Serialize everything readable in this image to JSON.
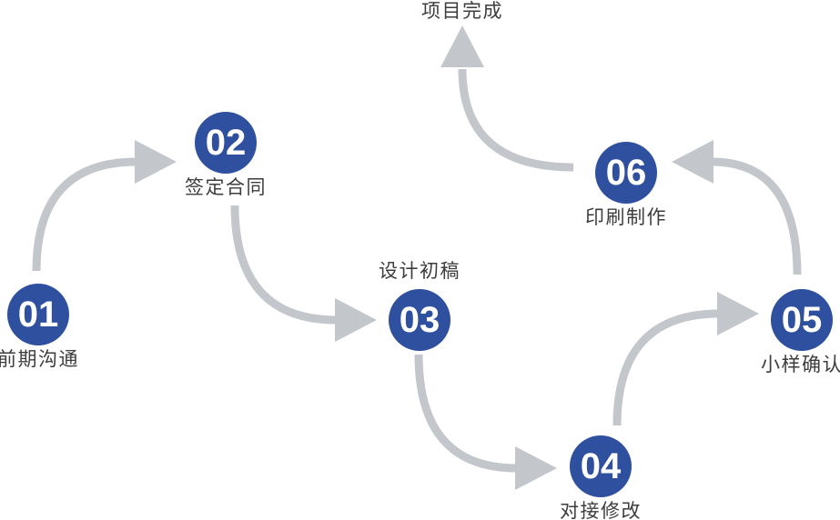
{
  "diagram": {
    "finish_label": "项目完成",
    "nodes": [
      {
        "step": 1,
        "number": "01",
        "label": "前期沟通"
      },
      {
        "step": 2,
        "number": "02",
        "label": "签定合同"
      },
      {
        "step": 3,
        "number": "03",
        "label": "设计初稿"
      },
      {
        "step": 4,
        "number": "04",
        "label": "对接修改"
      },
      {
        "step": 5,
        "number": "05",
        "label": "小样确认"
      },
      {
        "step": 6,
        "number": "06",
        "label": "印刷制作"
      }
    ],
    "flow_order": [
      "01 前期沟通",
      "02 签定合同",
      "03 设计初稿",
      "04 对接修改",
      "05 小样确认",
      "06 印刷制作",
      "项目完成"
    ]
  },
  "colors": {
    "node-blue": "#2f509f",
    "arrow-gray": "#c3c6cb",
    "label-dark": "#3d3d3d",
    "number-white": "#ffffff",
    "background": "#ffffff"
  }
}
